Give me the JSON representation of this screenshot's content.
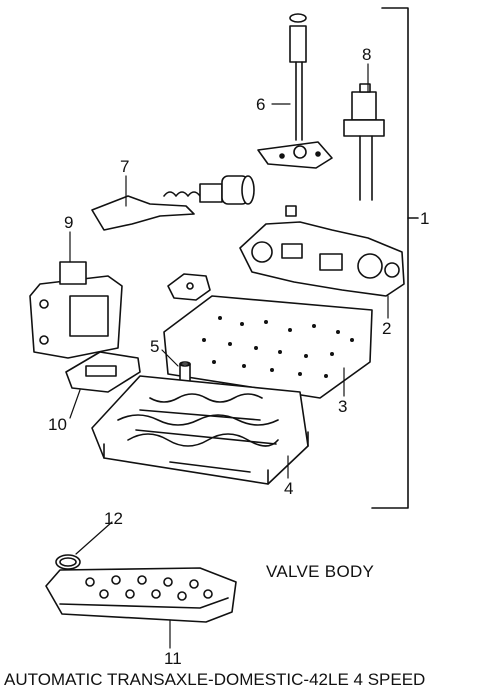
{
  "diagram": {
    "subtitle": "VALVE BODY",
    "caption": "AUTOMATIC TRANSAXLE-DOMESTIC-42LE 4 SPEED",
    "callouts": [
      "1",
      "2",
      "3",
      "4",
      "5",
      "6",
      "7",
      "8",
      "9",
      "10",
      "11",
      "12"
    ]
  }
}
